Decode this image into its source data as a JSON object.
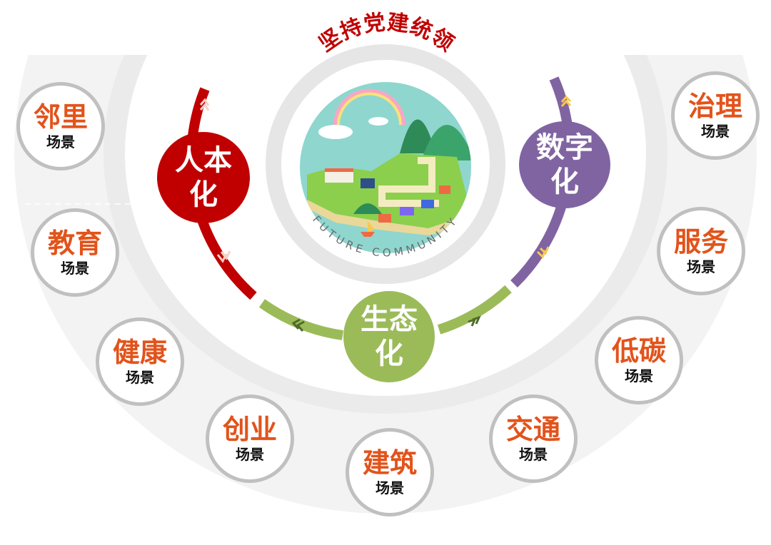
{
  "center": {
    "title": "坚持党建统领",
    "subtitle": "FUTURE COMMUNITY",
    "title_color": "#c00000"
  },
  "hubs": [
    {
      "id": "humanistic",
      "line1": "人本",
      "line2": "化",
      "color": "#c00000"
    },
    {
      "id": "ecological",
      "line1": "生态",
      "line2": "化",
      "color": "#9bbb59"
    },
    {
      "id": "digital",
      "line1": "数字",
      "line2": "化",
      "color": "#8064a2"
    }
  ],
  "scenes": [
    {
      "id": "neighborhood",
      "title": "邻里",
      "sub": "场景"
    },
    {
      "id": "education",
      "title": "教育",
      "sub": "场景"
    },
    {
      "id": "health",
      "title": "健康",
      "sub": "场景"
    },
    {
      "id": "entrepreneurship",
      "title": "创业",
      "sub": "场景"
    },
    {
      "id": "architecture",
      "title": "建筑",
      "sub": "场景"
    },
    {
      "id": "transportation",
      "title": "交通",
      "sub": "场景"
    },
    {
      "id": "low-carbon",
      "title": "低碳",
      "sub": "场景"
    },
    {
      "id": "service",
      "title": "服务",
      "sub": "场景"
    },
    {
      "id": "governance",
      "title": "治理",
      "sub": "场景"
    }
  ],
  "colors": {
    "scene_text": "#e2531b",
    "scene_border": "#c0c0c0",
    "outer_band": "#f3f3f3",
    "inner_band": "#ebebeb"
  }
}
